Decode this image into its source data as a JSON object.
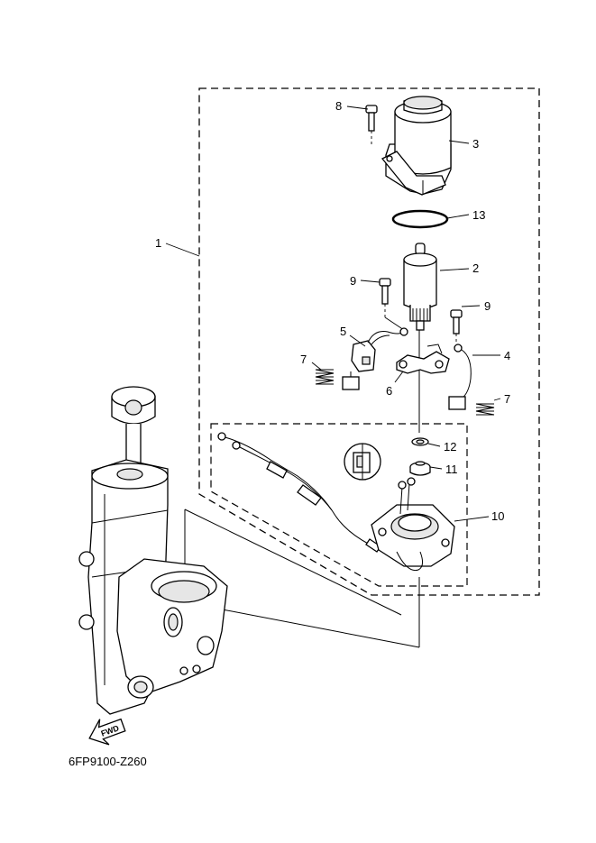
{
  "diagram": {
    "drawing_code": "6FP9100-Z260",
    "forward_label": "FWD",
    "callouts": [
      "1",
      "2",
      "3",
      "4",
      "5",
      "6",
      "7",
      "7",
      "8",
      "9",
      "9",
      "10",
      "11",
      "12",
      "13"
    ]
  },
  "colors": {
    "line": "#000000",
    "background": "#ffffff",
    "shade": "#e6e6e6"
  }
}
